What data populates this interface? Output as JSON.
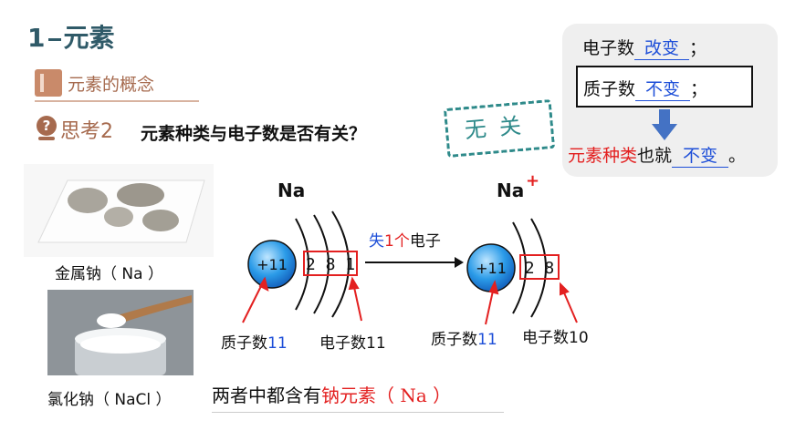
{
  "title": {
    "num": "1",
    "text": "元素"
  },
  "concept_label": "元素的概念",
  "think_label": "思考2",
  "question": "元素种类与电子数是否有关？",
  "stamp_text": "无关",
  "panel": {
    "row1_prefix": "电子数",
    "row1_answer": "改变",
    "row1_suffix": "；",
    "row2_prefix": "质子数",
    "row2_answer": "不变",
    "row2_suffix": "；",
    "row3_red": "元素种类",
    "row3_mid": "也就",
    "row3_answer": "不变",
    "row3_suffix": "。",
    "arrow_color": "#4472c4"
  },
  "left_images": {
    "caption1": "金属钠（ Na ）",
    "caption2": "氯化钠（ NaCl ）"
  },
  "diagram": {
    "na_label": "Na",
    "naplus_label": "Na",
    "naplus_sup": "+",
    "nucleus1": "+11",
    "shells1": "2 8 1",
    "nucleus2": "+11",
    "shells2": "2 8",
    "lose_prefix": "失",
    "lose_count": "1个",
    "lose_suffix": "电子",
    "proton1_label": "质子数",
    "proton1_num": "11",
    "electron1_label": "电子数11",
    "proton2_label": "质子数",
    "proton2_num": "11",
    "electron2_label": "电子数10"
  },
  "bottom": {
    "prefix": "两者中都含有",
    "red": "钠元素",
    "paren": "（ Na ）"
  },
  "colors": {
    "teal": "#2f5a68",
    "brown": "#a66a4e",
    "red": "#e32020",
    "blue": "#1e4fd8"
  }
}
